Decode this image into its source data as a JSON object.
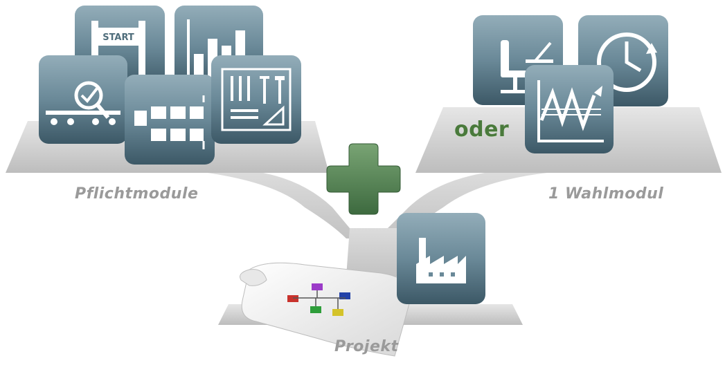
{
  "labels": {
    "mandatory": "Pflichtmodule",
    "elective": "1 Wahlmodul",
    "project": "Projekt",
    "or": "oder"
  },
  "icons": {
    "mandatory": [
      "start-gate-icon",
      "bar-chart-icon",
      "quality-inspection-icon",
      "process-flow-icon",
      "tools-icon"
    ],
    "elective": [
      "ergonomic-workplace-icon",
      "cycle-time-icon",
      "variation-graph-icon"
    ],
    "project": [
      "factory-icon",
      "blueprint-document-icon"
    ],
    "connector": "plus-icon"
  },
  "start_text": "START",
  "colors": {
    "tile_top": "#8fa8b5",
    "tile_bottom": "#3f5c6b",
    "tray": "#c8c8c8",
    "plus": "#4f7a4f",
    "label": "#9a9a9a",
    "or_text": "#4a7a3c"
  }
}
